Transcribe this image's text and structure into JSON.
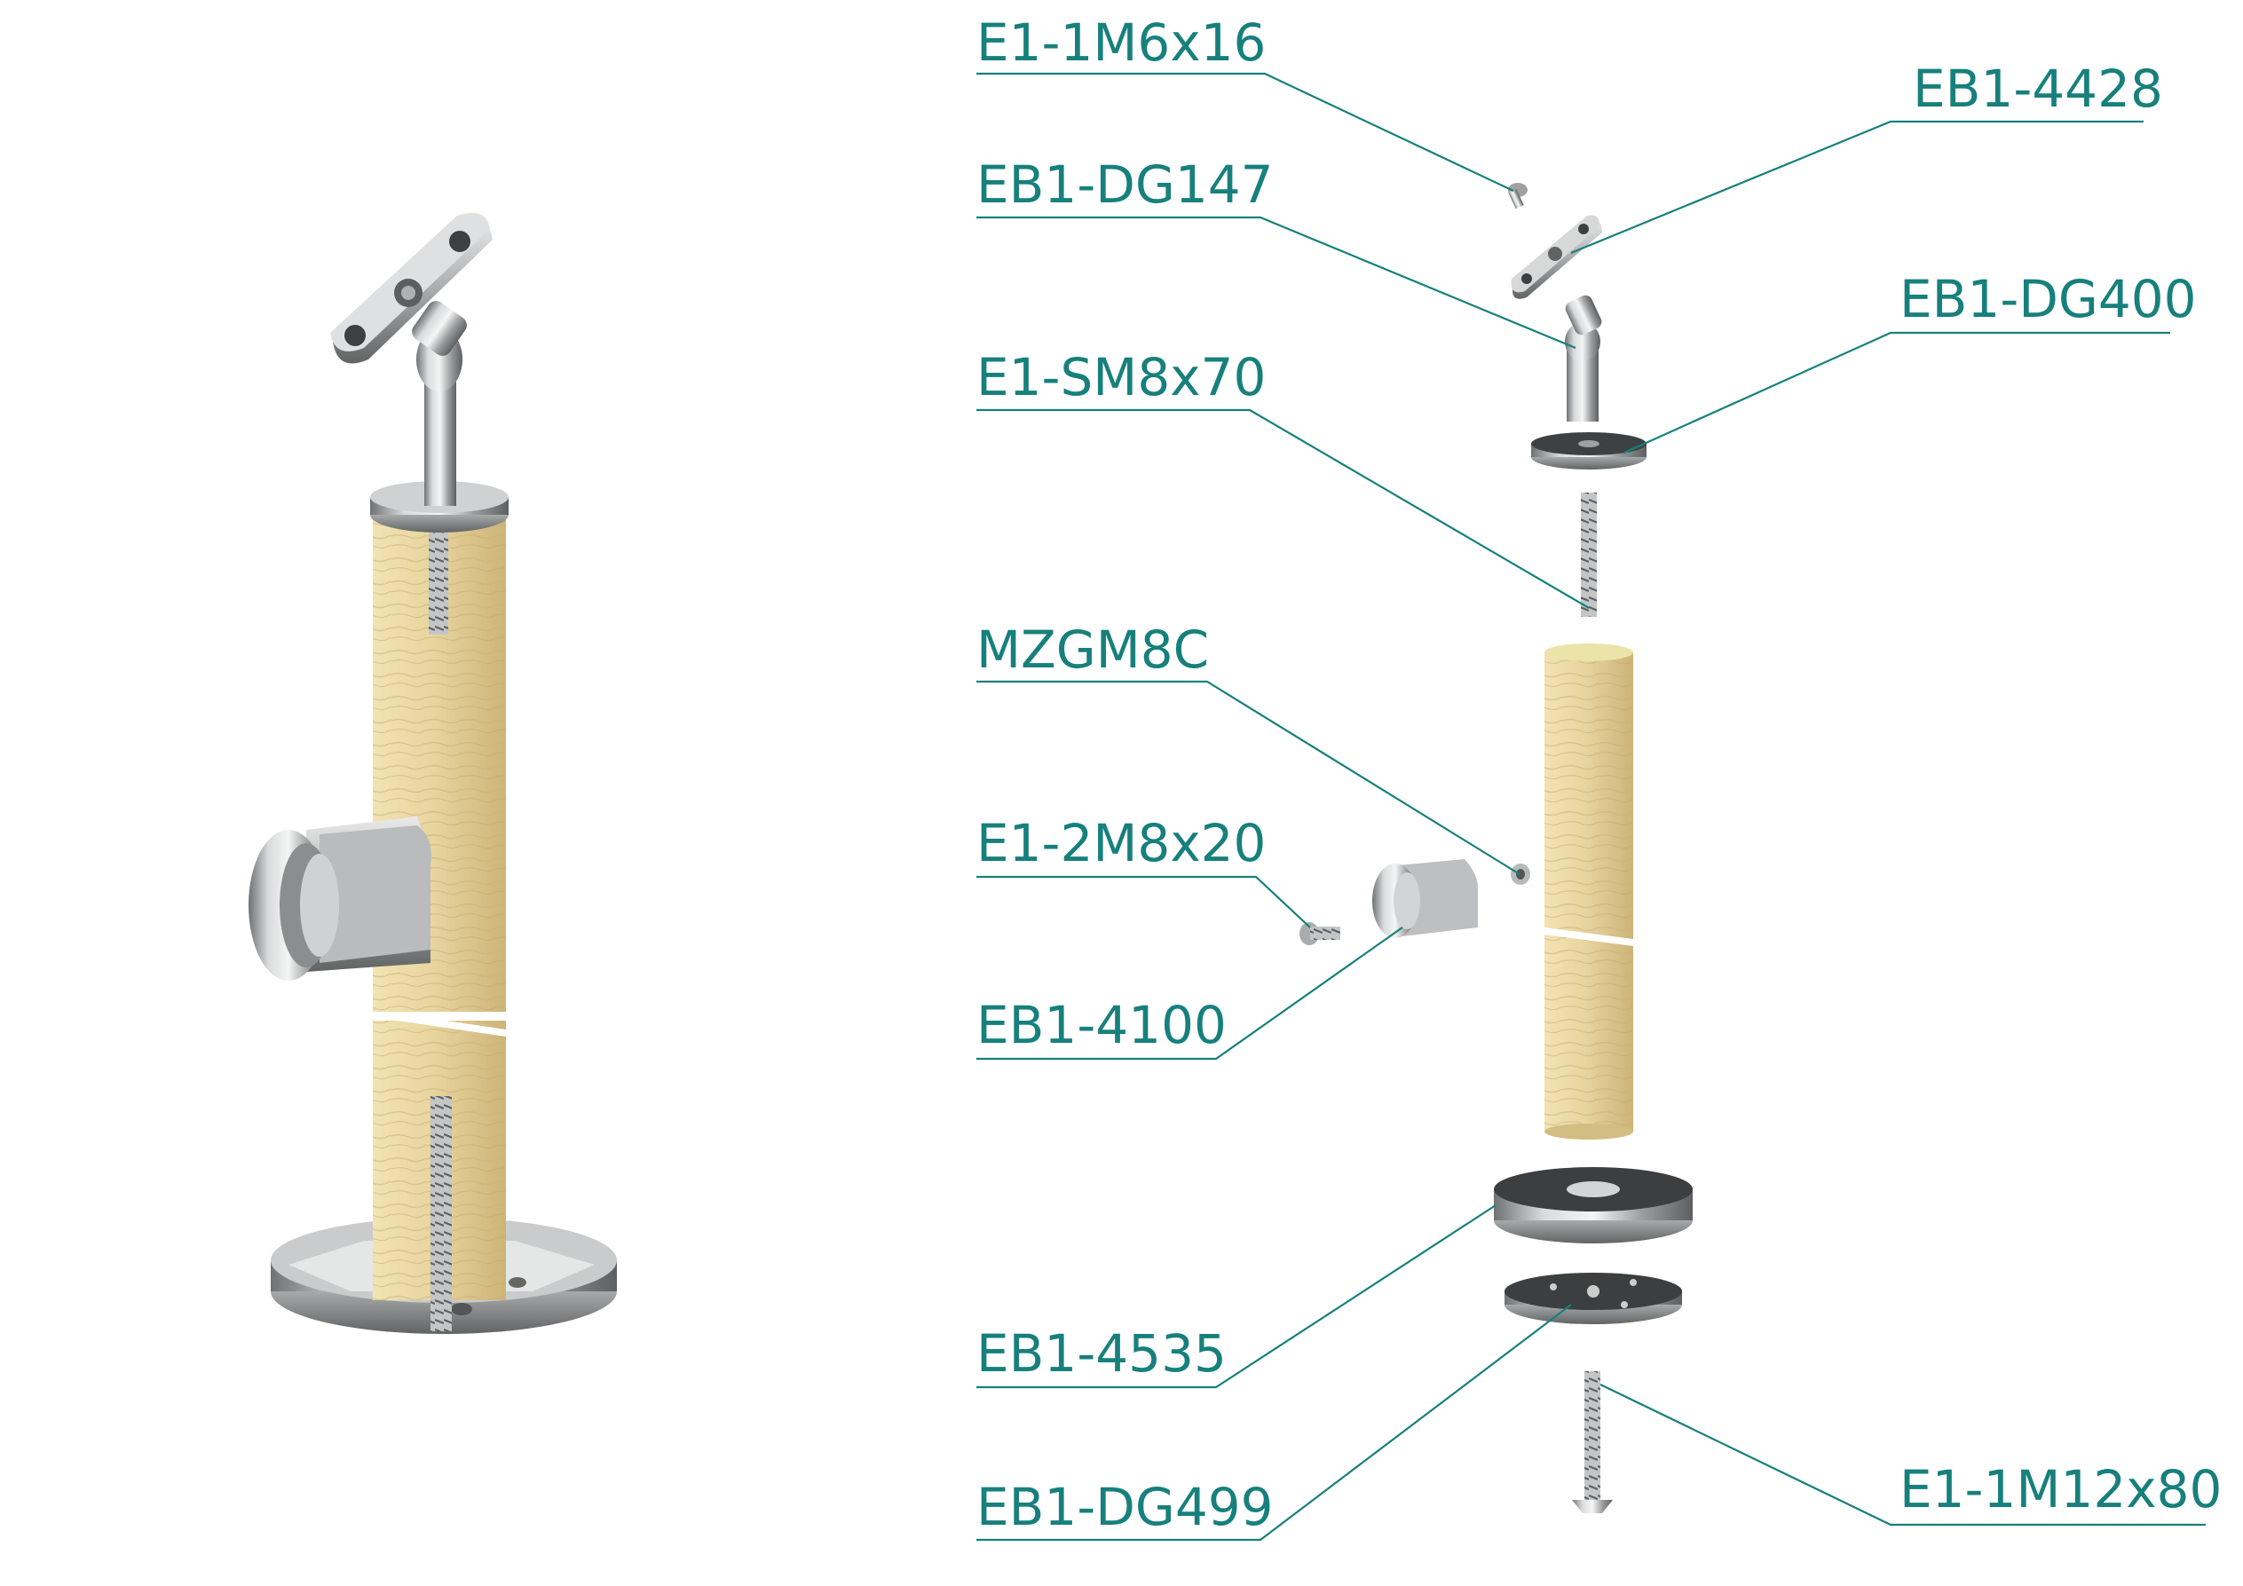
{
  "colors": {
    "label": "#17807c",
    "wood": "#e3cf95",
    "steel": "#b8babb",
    "background": "#ffffff"
  },
  "labels": {
    "e1_1m6x16": "E1-1M6x16",
    "eb1_4428": "EB1-4428",
    "eb1_dg147": "EB1-DG147",
    "eb1_dg400": "EB1-DG400",
    "e1_sm8x70": "E1-SM8x70",
    "mzgm8c": "MZGM8C",
    "e1_2m8x20": "E1-2M8x20",
    "eb1_4100": "EB1-4100",
    "eb1_4535": "EB1-4535",
    "eb1_dg499": "EB1-DG499",
    "e1_1m12x80": "E1-1M12x80"
  }
}
